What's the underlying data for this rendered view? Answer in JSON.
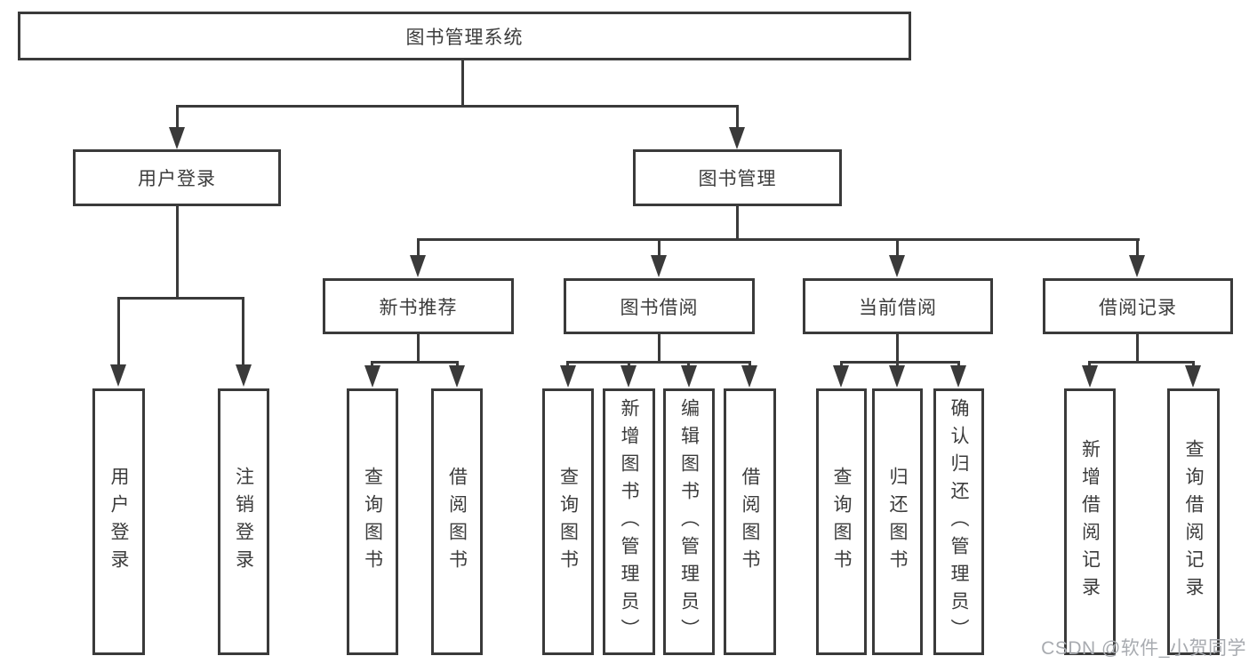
{
  "tree": {
    "root": {
      "label": "图书管理系统"
    },
    "level2": [
      {
        "label": "用户登录",
        "children": [
          "用户登录",
          "注销登录"
        ]
      },
      {
        "label": "图书管理"
      }
    ],
    "level3": [
      {
        "label": "新书推荐",
        "children": [
          "查询图书",
          "借阅图书"
        ]
      },
      {
        "label": "图书借阅",
        "children": [
          "查询图书",
          "新增图书（管理员）",
          "编辑图书（管理员）",
          "借阅图书"
        ]
      },
      {
        "label": "当前借阅",
        "children": [
          "查询图书",
          "归还图书",
          "确认归还（管理员）"
        ]
      },
      {
        "label": "借阅记录",
        "children": [
          "新增借阅记录",
          "查询借阅记录"
        ]
      }
    ]
  },
  "watermark": "CSDN @软件_小贺同学",
  "colors": {
    "line": "#3a3a3a",
    "text": "#3c3c3c",
    "watermark": "#a8abb0",
    "background": "#ffffff"
  }
}
